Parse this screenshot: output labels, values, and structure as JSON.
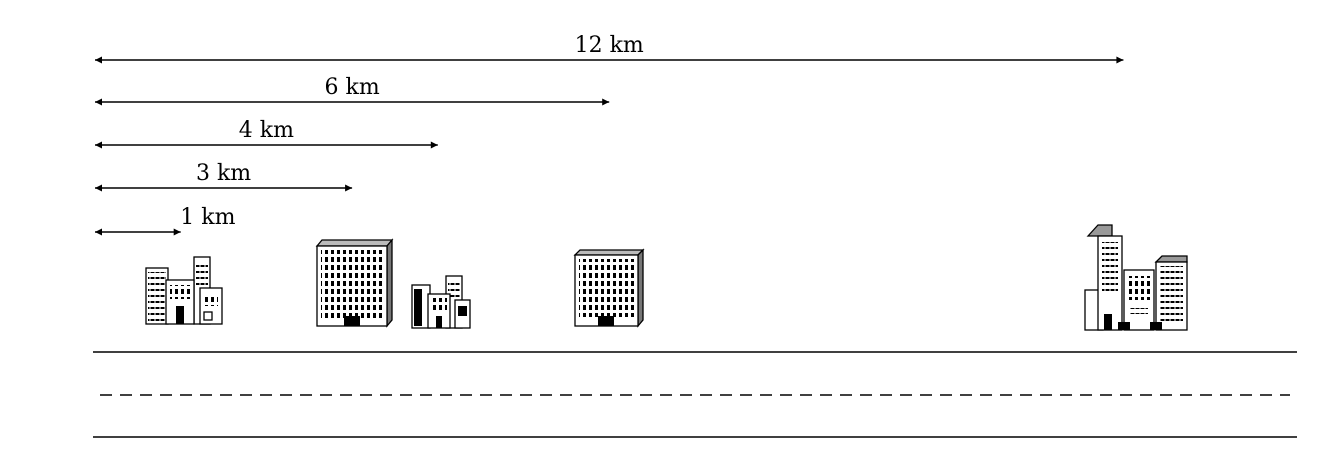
{
  "distances": [
    {
      "label": "12 km",
      "km": 12
    },
    {
      "label": "6 km",
      "km": 6
    },
    {
      "label": "4 km",
      "km": 4
    },
    {
      "label": "3 km",
      "km": 3
    },
    {
      "label": "1 km",
      "km": 1
    }
  ],
  "buildings": [
    {
      "icon": "city-block-icon"
    },
    {
      "icon": "office-tower-icon"
    },
    {
      "icon": "small-buildings-icon"
    },
    {
      "icon": "office-building-icon"
    },
    {
      "icon": "skyscraper-cluster-icon"
    }
  ],
  "road": {
    "style": "two solid edges with dashed centre line"
  }
}
